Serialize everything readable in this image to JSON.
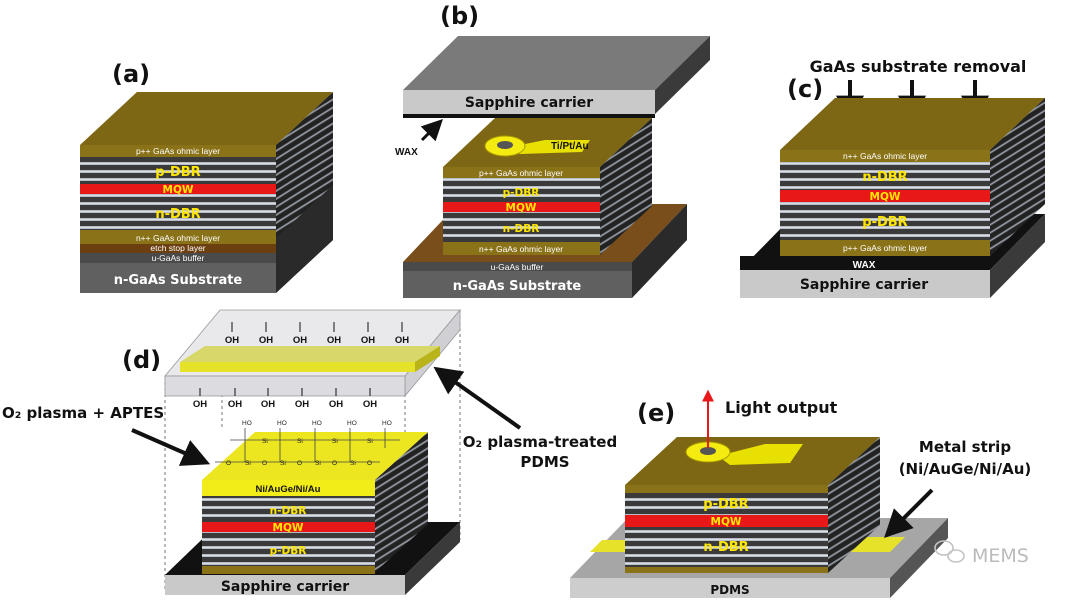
{
  "panels": {
    "a": {
      "label": "(a)",
      "layers": {
        "p_ohmic": "p++ GaAs ohmic layer",
        "p_dbr": "p-DBR",
        "mqw": "MQW",
        "n_dbr": "n-DBR",
        "n_ohmic": "n++ GaAs ohmic layer",
        "etch_stop": "etch stop layer",
        "buffer": "u-GaAs buffer",
        "substrate": "n-GaAs Substrate"
      }
    },
    "b": {
      "label": "(b)",
      "carrier": "Sapphire carrier",
      "wax": "WAX",
      "contact": "Ti/Pt/Au",
      "layers": {
        "p_ohmic": "p++ GaAs ohmic layer",
        "p_dbr": "p-DBR",
        "mqw": "MQW",
        "n_dbr": "n-DBR",
        "n_ohmic": "n++ GaAs ohmic layer",
        "buffer": "u-GaAs buffer",
        "substrate": "n-GaAs Substrate"
      }
    },
    "c": {
      "label": "(c)",
      "removal": "GaAs substrate removal",
      "wax": "WAX",
      "carrier": "Sapphire carrier",
      "layers": {
        "n_ohmic": "n++ GaAs ohmic layer",
        "n_dbr": "n-DBR",
        "mqw": "MQW",
        "p_dbr": "p-DBR",
        "p_ohmic": "p++ GaAs ohmic layer"
      }
    },
    "d": {
      "label": "(d)",
      "oh": "OH",
      "ho": "HO",
      "si": "Si",
      "o": "O",
      "left_callout": "O₂ plasma + APTES",
      "right_callout_1": "O₂ plasma-treated",
      "right_callout_2": "PDMS",
      "metal": "Ni/AuGe/Ni/Au",
      "carrier": "Sapphire carrier",
      "layers": {
        "n_dbr": "n-DBR",
        "mqw": "MQW",
        "p_dbr": "p-DBR"
      }
    },
    "e": {
      "label": "(e)",
      "light": "Light output",
      "strip_1": "Metal strip",
      "strip_2": "(Ni/AuGe/Ni/Au)",
      "base": "PDMS",
      "layers": {
        "p_dbr": "p-DBR",
        "mqw": "MQW",
        "n_dbr": "n-DBR"
      }
    }
  },
  "watermark": "MEMS",
  "colors": {
    "gold": "#7a6410",
    "mqw_red": "#e81818",
    "yellow": "#ffe600",
    "substrate": "#555555",
    "carrier": "#c8c8c8"
  }
}
